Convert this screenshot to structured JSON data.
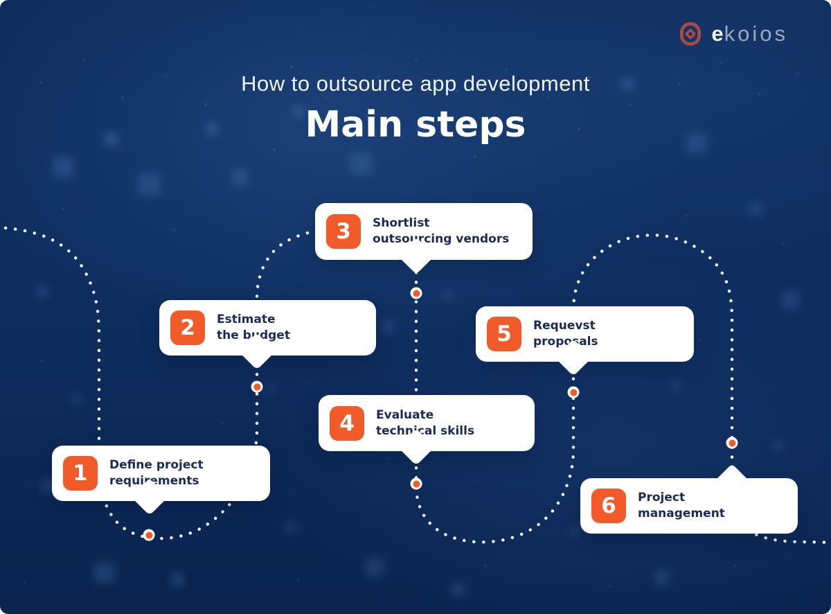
{
  "header": {
    "subtitle": "How to outsource app development",
    "title": "Main steps"
  },
  "logo": {
    "brand_lead": "e",
    "brand_rest": "koios"
  },
  "steps": [
    {
      "number": "1",
      "line1": "Define project",
      "line2": "requirements"
    },
    {
      "number": "2",
      "line1": "Estimate",
      "line2": "the budget"
    },
    {
      "number": "3",
      "line1": "Shortlist",
      "line2": "outsourcing vendors"
    },
    {
      "number": "4",
      "line1": "Evaluate",
      "line2": "technical skills"
    },
    {
      "number": "5",
      "line1": "Requevst",
      "line2": "proposals"
    },
    {
      "number": "6",
      "line1": "Project",
      "line2": "management"
    }
  ],
  "colors": {
    "background_navy": "#0D2B59",
    "accent_orange": "#F15A29",
    "step_text_navy": "#1B2B58",
    "logo_mark_red": "#A84B42",
    "logo_text_gray": "#9FA9BE",
    "route_dot_white": "#FFFFFF"
  }
}
